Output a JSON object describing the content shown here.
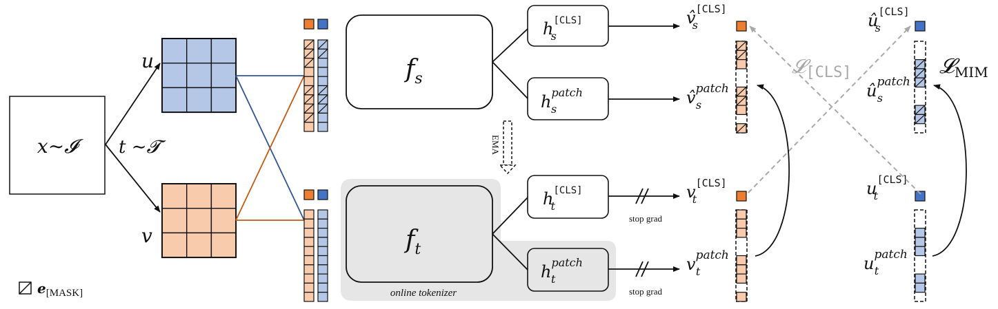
{
  "input": {
    "label": "x∼𝓘"
  },
  "augment": {
    "label": "t ∼𝓣"
  },
  "view_u": {
    "label": "u"
  },
  "view_v": {
    "label": "v"
  },
  "student": {
    "label": "f",
    "sub": "s"
  },
  "teacher": {
    "label": "f",
    "sub": "t",
    "caption": "online tokenizer"
  },
  "ema": {
    "label": "EMA"
  },
  "heads": {
    "s_cls": {
      "base": "h",
      "sub": "s",
      "sup": "[CLS]"
    },
    "s_patch": {
      "base": "h",
      "sub": "s",
      "sup": "patch"
    },
    "t_cls": {
      "base": "h",
      "sub": "t",
      "sup": "[CLS]"
    },
    "t_patch": {
      "base": "h",
      "sub": "t",
      "sup": "patch"
    }
  },
  "outputs": {
    "vs_cls": {
      "base": "v̂",
      "sub": "s",
      "sup": "[CLS]"
    },
    "vs_patch": {
      "base": "v̂",
      "sub": "s",
      "sup": "patch"
    },
    "vt_cls": {
      "base": "v",
      "sub": "t",
      "sup": "[CLS]"
    },
    "vt_patch": {
      "base": "v",
      "sub": "t",
      "sup": "patch"
    },
    "us_cls": {
      "base": "û",
      "sub": "s",
      "sup": "[CLS]"
    },
    "us_patch": {
      "base": "û",
      "sub": "s",
      "sup": "patch"
    },
    "ut_cls": {
      "base": "u",
      "sub": "t",
      "sup": "[CLS]"
    },
    "ut_patch": {
      "base": "u",
      "sub": "t",
      "sup": "patch"
    }
  },
  "stop_grad": {
    "label": "stop grad"
  },
  "losses": {
    "cls": {
      "base": "𝓛",
      "sub": "[CLS]"
    },
    "mim": {
      "base": "𝓛",
      "sub": "MIM"
    }
  },
  "legend": {
    "base": "e",
    "sub": "[MASK]"
  },
  "colors": {
    "blue_fill": "#b4c7e7",
    "peach_fill": "#f8cbad",
    "blue_token": "#4472c4",
    "orange_token": "#ed7d31",
    "blue_line": "#2f5597",
    "orange_line": "#c55a11",
    "tokenizer_bg": "#e7e6e6",
    "loss_grey": "#a8a8a8"
  },
  "icons": [
    "mask-token-icon",
    "stop-grad-icon",
    "ema-arrow-icon"
  ]
}
